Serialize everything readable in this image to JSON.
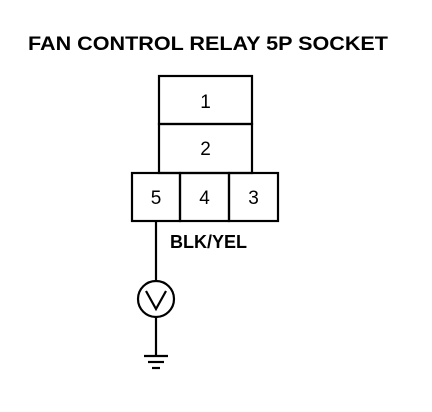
{
  "title": "FAN CONTROL RELAY 5P SOCKET",
  "socket": {
    "pins": {
      "p1": "1",
      "p2": "2",
      "p3": "3",
      "p4": "4",
      "p5": "5"
    }
  },
  "wire": {
    "color_label": "BLK/YEL"
  },
  "meter": {
    "symbol": "V",
    "type": "voltmeter"
  },
  "ground": {
    "symbol": "ground"
  }
}
